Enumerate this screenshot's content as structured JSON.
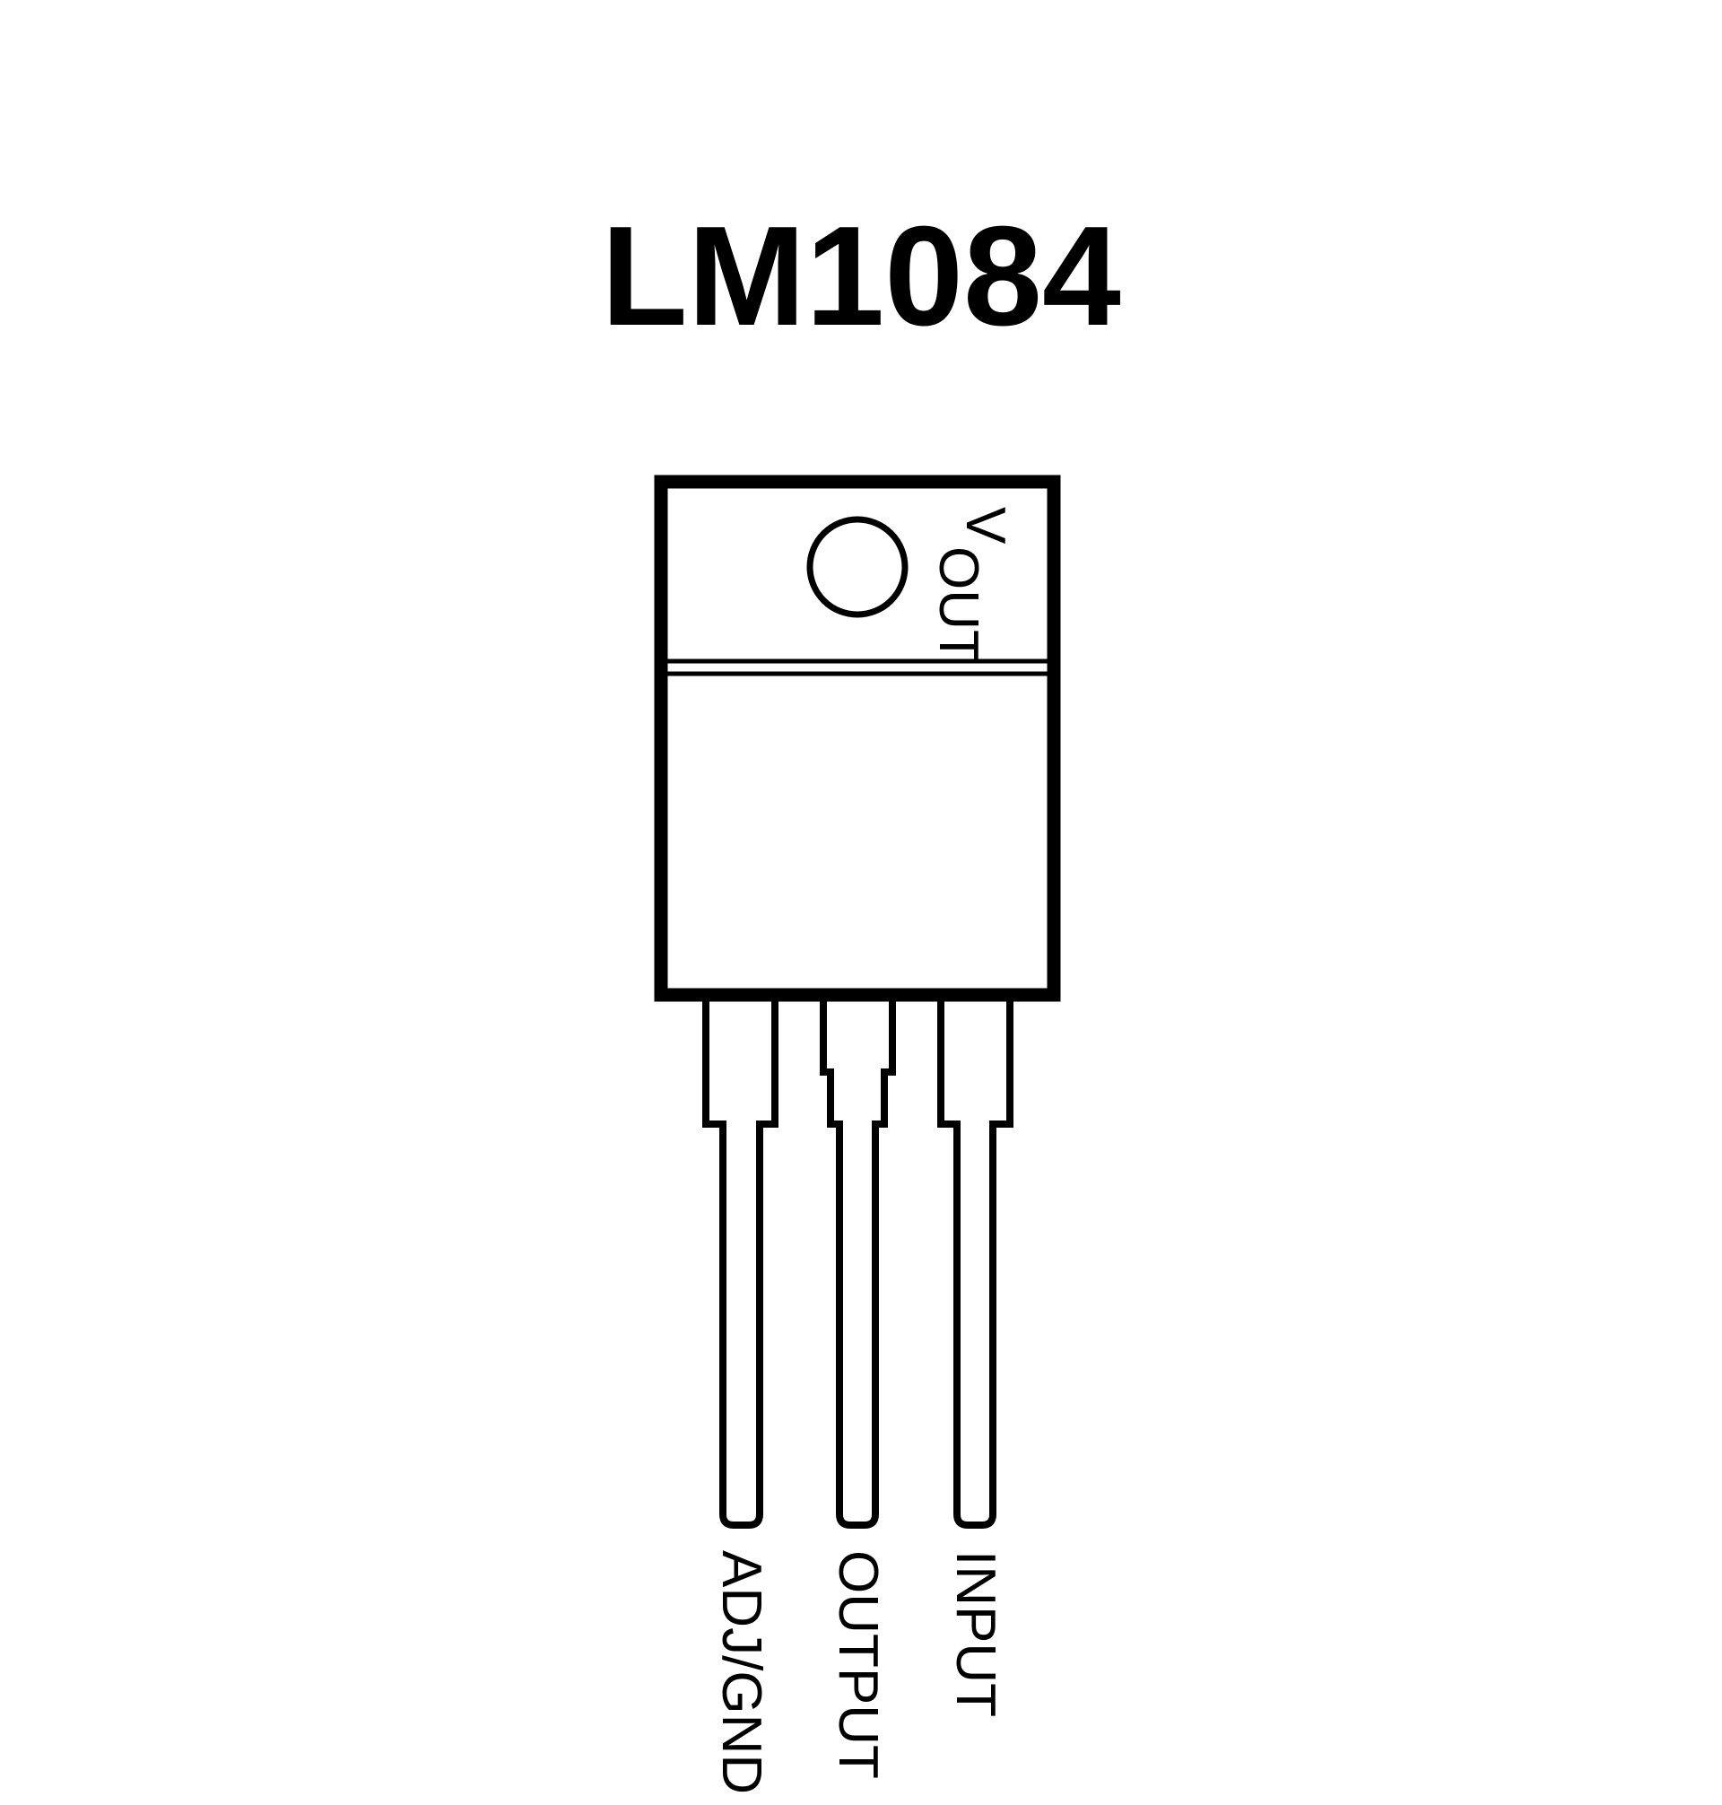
{
  "title": "LM1084",
  "package_label": {
    "main": "V",
    "sub": "OUT"
  },
  "pins": [
    {
      "label": "ADJ/GND"
    },
    {
      "label": "OUTPUT"
    },
    {
      "label": "INPUT"
    }
  ]
}
